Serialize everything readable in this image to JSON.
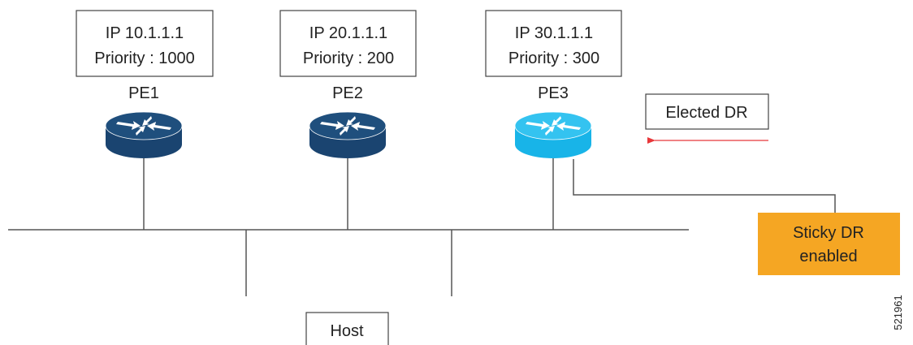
{
  "routers": [
    {
      "name": "PE1",
      "ip": "IP 10.1.1.1",
      "priority": "Priority : 1000",
      "color_top": "#1f4f7d",
      "color_body": "#1a4470",
      "icon": "router-icon"
    },
    {
      "name": "PE2",
      "ip": "IP 20.1.1.1",
      "priority": "Priority : 200",
      "color_top": "#1f4f7d",
      "color_body": "#1a4470",
      "icon": "router-icon"
    },
    {
      "name": "PE3",
      "ip": "IP 30.1.1.1",
      "priority": "Priority : 300",
      "color_top": "#34c3f0",
      "color_body": "#18b4e8",
      "icon": "router-icon"
    }
  ],
  "elected_dr": {
    "label": "Elected DR",
    "arrow_color": "#e8373a"
  },
  "sticky_dr": {
    "line1": "Sticky DR",
    "line2": "enabled",
    "color": "#f5a623"
  },
  "host": {
    "label": "Host"
  },
  "figure_id": "521961"
}
